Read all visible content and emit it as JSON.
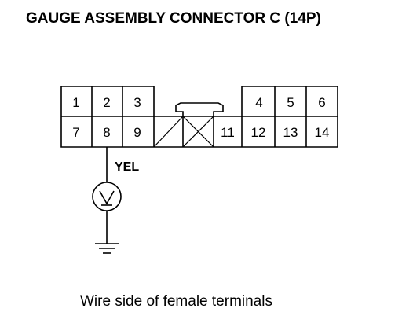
{
  "title": "GAUGE ASSEMBLY CONNECTOR C (14P)",
  "connector": {
    "top_row": [
      "1",
      "2",
      "3",
      "4",
      "5",
      "6"
    ],
    "bottom_row": [
      "7",
      "8",
      "9",
      "11",
      "12",
      "13",
      "14"
    ]
  },
  "wire": {
    "color_label": "YEL",
    "meter_symbol": "V"
  },
  "caption": "Wire side of female terminals"
}
